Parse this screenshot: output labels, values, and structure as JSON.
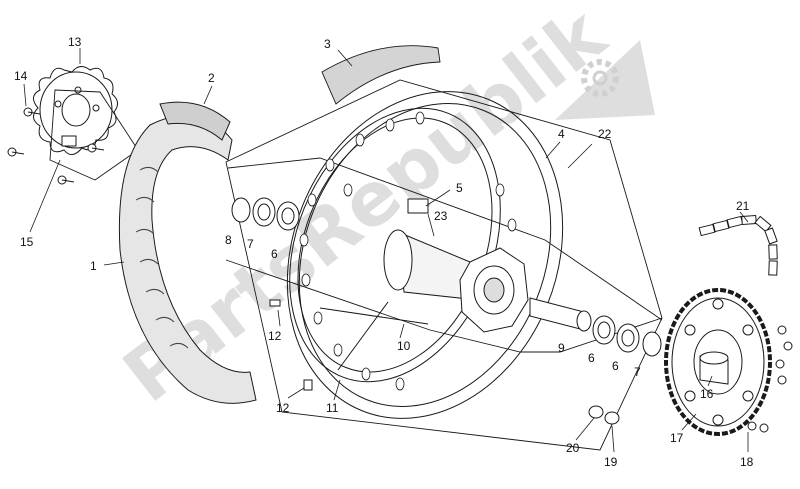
{
  "watermark": {
    "text": "PartsRepublik",
    "icon": "gear-icon"
  },
  "part_labels": [
    {
      "id": "13",
      "text": "13"
    },
    {
      "id": "14",
      "text": "14"
    },
    {
      "id": "15",
      "text": "15"
    },
    {
      "id": "2",
      "text": "2"
    },
    {
      "id": "1",
      "text": "1"
    },
    {
      "id": "3",
      "text": "3"
    },
    {
      "id": "4",
      "text": "4"
    },
    {
      "id": "22",
      "text": "22"
    },
    {
      "id": "5",
      "text": "5"
    },
    {
      "id": "23",
      "text": "23"
    },
    {
      "id": "8",
      "text": "8"
    },
    {
      "id": "7a",
      "text": "7"
    },
    {
      "id": "6a",
      "text": "6"
    },
    {
      "id": "12a",
      "text": "12"
    },
    {
      "id": "12b",
      "text": "12"
    },
    {
      "id": "10",
      "text": "10"
    },
    {
      "id": "11",
      "text": "11"
    },
    {
      "id": "9",
      "text": "9"
    },
    {
      "id": "6b",
      "text": "6"
    },
    {
      "id": "6c",
      "text": "6"
    },
    {
      "id": "7b",
      "text": "7"
    },
    {
      "id": "21",
      "text": "21"
    },
    {
      "id": "16",
      "text": "16"
    },
    {
      "id": "17",
      "text": "17"
    },
    {
      "id": "18",
      "text": "18"
    },
    {
      "id": "19",
      "text": "19"
    },
    {
      "id": "20",
      "text": "20"
    }
  ],
  "colors": {
    "line": "#1a1a1a",
    "tire_fill": "#e6e6e6",
    "strip_fill": "#d4d4d4",
    "watermark": "#d9d9d9"
  }
}
